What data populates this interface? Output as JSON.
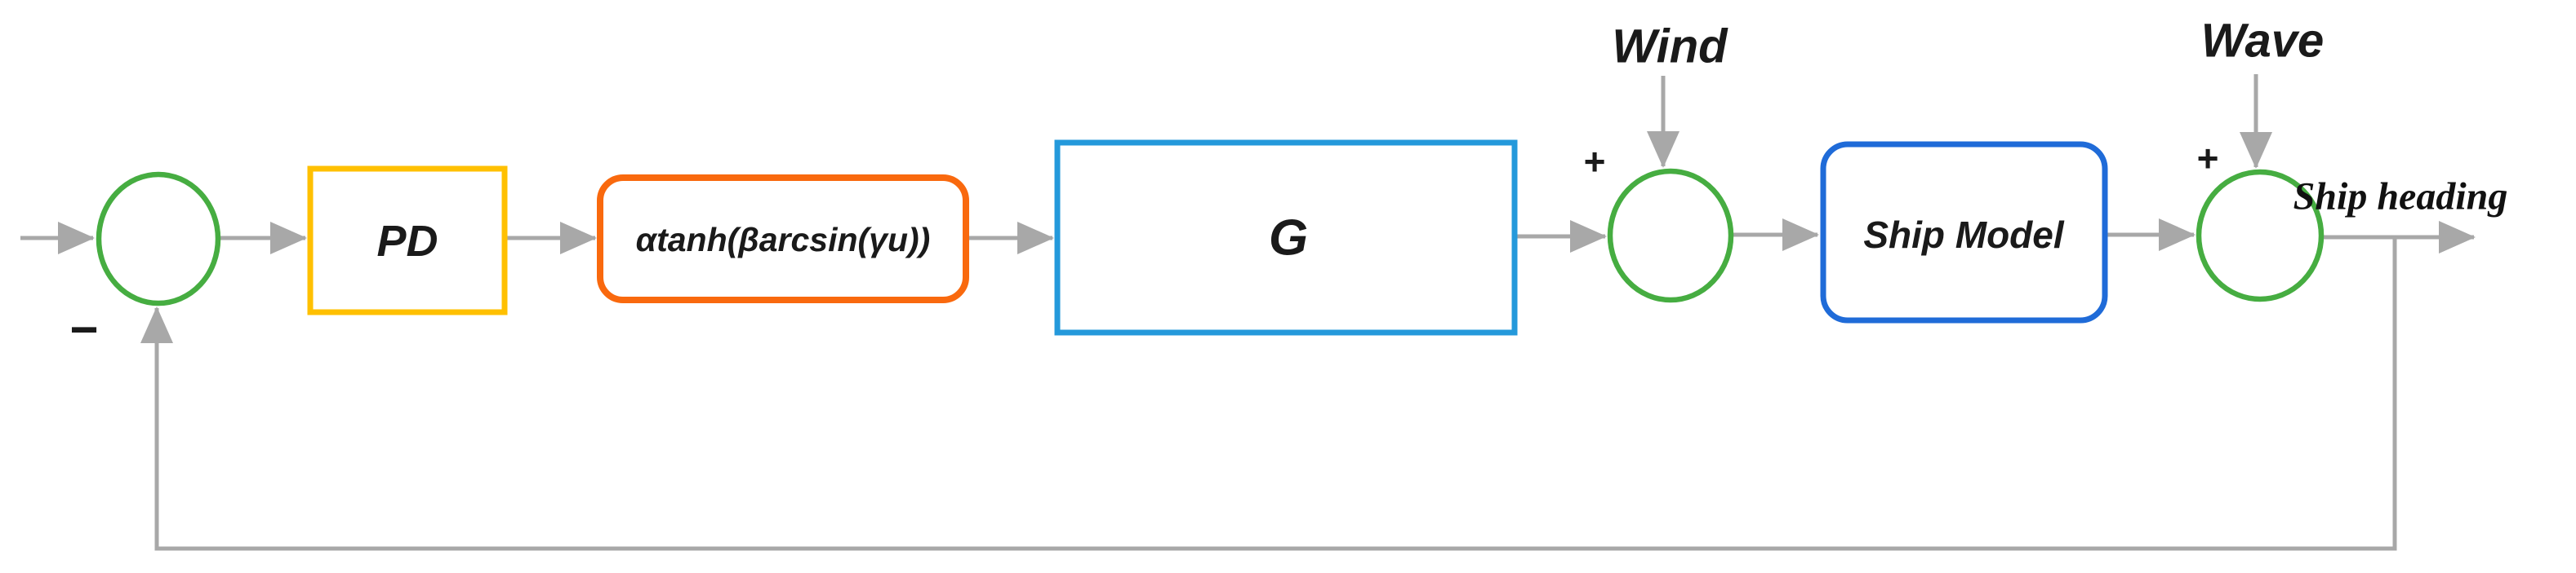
{
  "colors": {
    "line_gray": "#a8a8a8",
    "junction_green": "#46ad41",
    "pd_gold": "#ffc000",
    "nonlinear_orange": "#f9690e",
    "g_blue": "#2499db",
    "ship_model_blue": "#1f6bd8",
    "text_black": "#1a1a1a"
  },
  "blocks": {
    "pd": {
      "label": "PD"
    },
    "nonlinear": {
      "label": "αtanh(βarcsin(γu))"
    },
    "g": {
      "label": "G"
    },
    "ship_model": {
      "label": "Ship Model"
    }
  },
  "signals": {
    "wind": {
      "label": "Wind",
      "sign": "+"
    },
    "wave": {
      "label": "Wave",
      "sign": "+"
    },
    "feedback_sign": "−",
    "output_label": "Ship heading"
  }
}
